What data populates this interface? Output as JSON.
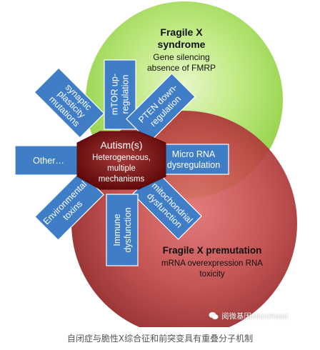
{
  "fragile_x": {
    "title_line1": "Fragile X",
    "title_line2": "syndrome",
    "desc_line1": "Gene silencing",
    "desc_line2": "absence of FMRP"
  },
  "premutation": {
    "title": "Fragile X premutation",
    "desc_line1": "mRNA overexpression RNA",
    "desc_line2": "toxicity"
  },
  "center": {
    "title": "Autism(s)",
    "line1": "Heterogeneous,",
    "line2": "multiple",
    "line3": "mechanisms"
  },
  "spokes": {
    "mtor_1": "mTOR up-",
    "mtor_2": "regulation",
    "pten_1": "PTEN down-",
    "pten_2": "regulation",
    "mirna_1": "Micro RNA",
    "mirna_2": "dysregulation",
    "mito_1": "mitochondrial",
    "mito_2": "dysfunction",
    "immune_1": "Immune",
    "immune_2": "dysfunction",
    "env_1": "Environmental",
    "env_2": "toxins",
    "other": "Other…",
    "syn_1": "synaptic",
    "syn_2": "plasticity",
    "syn_3": "mutations"
  },
  "colors": {
    "green_circle": "#a6dc5a",
    "red_circle": "#b23a3a",
    "spoke_blue": "#3f7ec6",
    "octagon": "#8b1212"
  },
  "watermark": "阅微基因MicroRead",
  "caption": "自闭症与脆性X综合征和前突变具有重叠分子机制"
}
